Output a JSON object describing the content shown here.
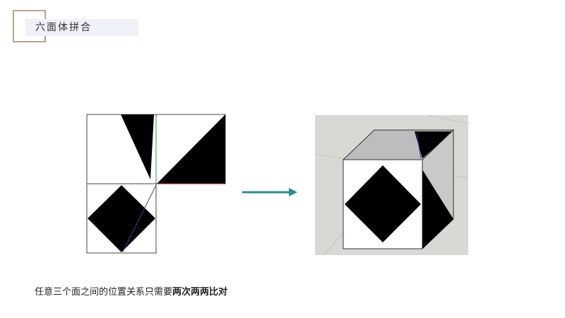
{
  "slide": {
    "title": "六面体拼合",
    "caption_normal": "任意三个面之间的位置关系只需要",
    "caption_bold": "两次两两比对"
  },
  "colors": {
    "frame_accent": "#b9a291",
    "title_band": "#eef1f7",
    "arrow": "#2e8b87",
    "render_bg": "#d8d8d4",
    "cube_top": "#bdbdbd",
    "cube_side": "#c9c9c9"
  }
}
